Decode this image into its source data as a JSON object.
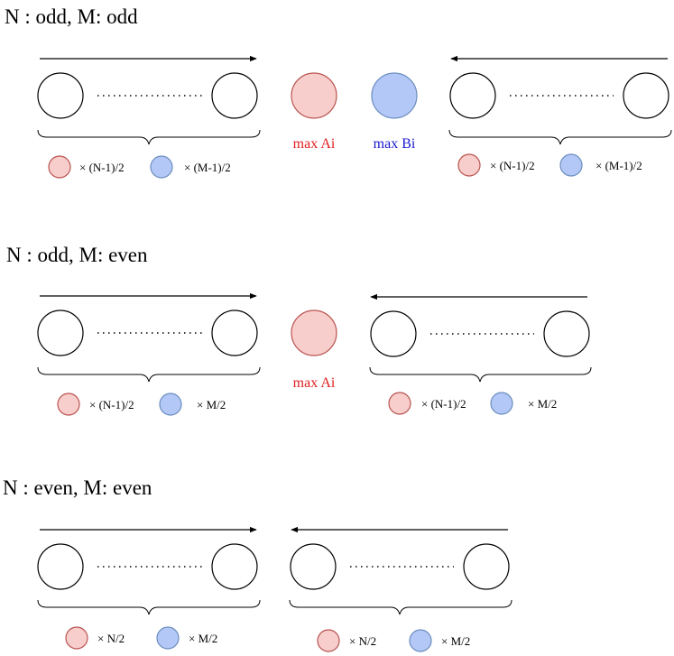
{
  "sections": [
    {
      "heading": "N : odd, M: odd",
      "left_group": {
        "red_label": "× (N-1)/2",
        "blue_label": "× (M-1)/2"
      },
      "right_group": {
        "red_label": "× (N-1)/2",
        "blue_label": "× (M-1)/2"
      },
      "center_red_label": "max Ai",
      "center_blue_label": "max Bi"
    },
    {
      "heading": "N : odd, M: even",
      "left_group": {
        "red_label": "× (N-1)/2",
        "blue_label": "× M/2"
      },
      "right_group": {
        "red_label": "× (N-1)/2",
        "blue_label": "× M/2"
      },
      "center_red_label": "max Ai"
    },
    {
      "heading": "N : even, M: even",
      "left_group": {
        "red_label": "× N/2",
        "blue_label": "× M/2"
      },
      "right_group": {
        "red_label": "× N/2",
        "blue_label": "× M/2"
      }
    }
  ],
  "colors": {
    "red_fill": "#f8cecc",
    "blue_fill": "#b3c8f7",
    "max_a_text": "#e02020",
    "max_b_text": "#1a1ad0"
  }
}
